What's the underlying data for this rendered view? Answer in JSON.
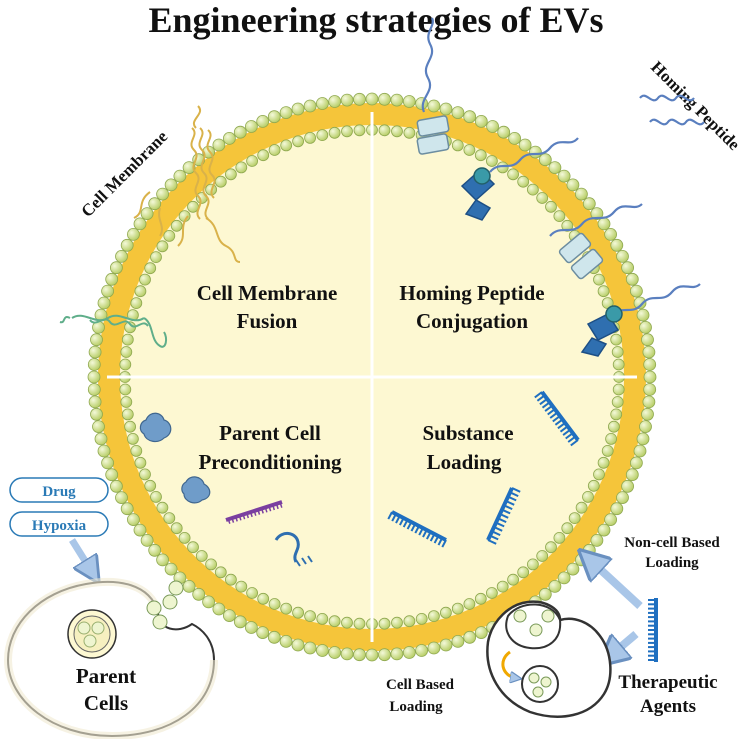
{
  "title": "Engineering strategies of EVs",
  "side_labels": {
    "cell_membrane": "Cell Membrane",
    "homing_peptide": "Homing Peptide"
  },
  "quadrants": {
    "top_left": {
      "line1": "Cell Membrane",
      "line2": "Fusion"
    },
    "top_right": {
      "line1": "Homing Peptide",
      "line2": "Conjugation"
    },
    "bottom_left": {
      "line1": "Parent Cell",
      "line2": "Preconditioning"
    },
    "bottom_right": {
      "line1": "Substance",
      "line2": "Loading"
    }
  },
  "stimuli": [
    "Drug",
    "Hypoxia"
  ],
  "parent_cells": {
    "line1": "Parent",
    "line2": "Cells"
  },
  "non_cell_loading": {
    "line1": "Non-cell Based",
    "line2": "Loading"
  },
  "cell_loading": {
    "line1": "Cell Based",
    "line2": "Loading"
  },
  "therapeutic_agents": {
    "line1": "Therapeutic",
    "line2": "Agents"
  },
  "colors": {
    "lipid_head": "#cfe08a",
    "lipid_band": "#f5c53a",
    "interior": "#fdf8d2",
    "peptide": "#5a7fbf",
    "receptor": "#2f6fb0",
    "rna": "#1f6fc0",
    "protein": "#6f9cc9",
    "membrane_protein": "#e0c060",
    "cell_outline": "#333333"
  }
}
